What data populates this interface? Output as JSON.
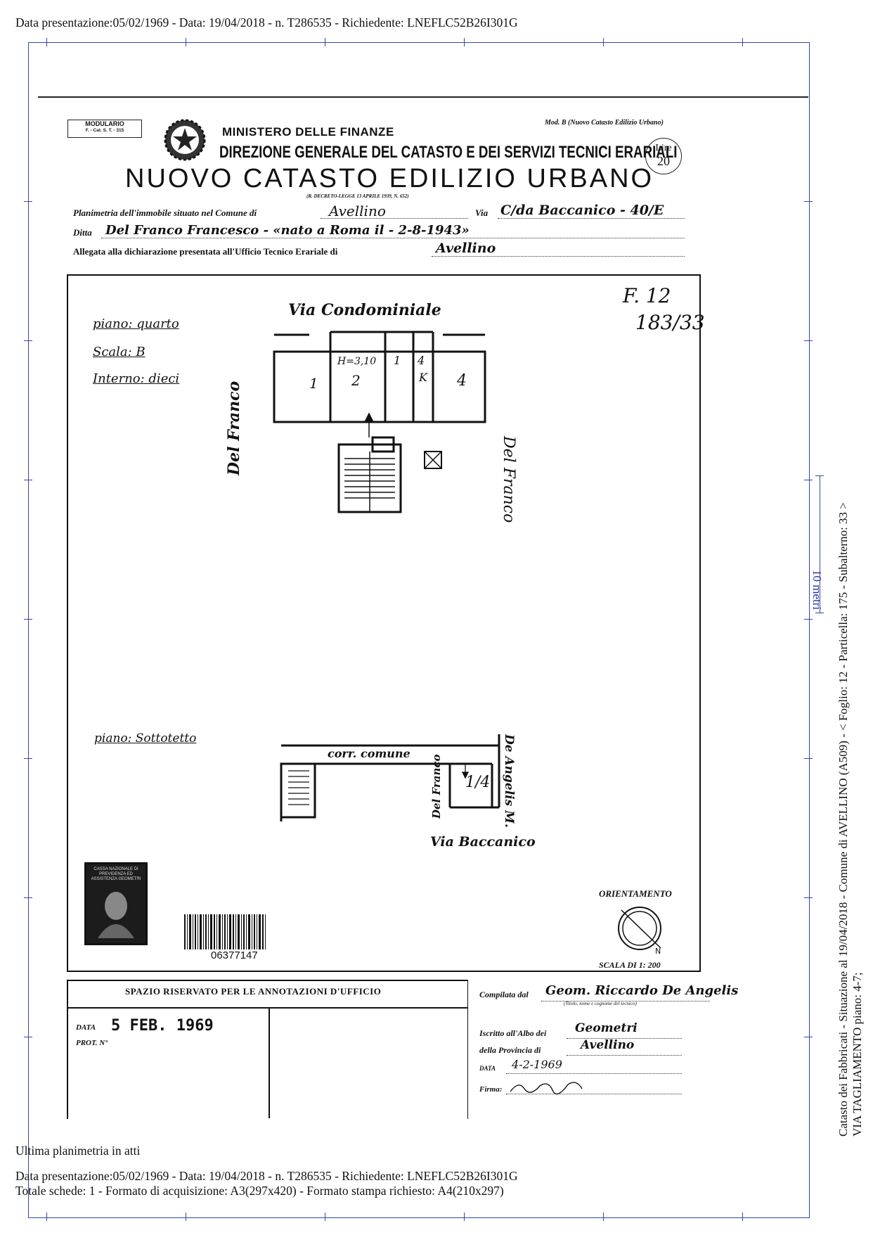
{
  "header": {
    "top_line": "Data presentazione:05/02/1969 - Data: 19/04/2018 - n. T286535 - Richiedente: LNEFLC52B26I301G"
  },
  "form": {
    "modulario_label": "MODULARIO",
    "modulario_code": "F. - Cat. S. T. - 315",
    "ministry": "MINISTERO DELLE FINANZE",
    "directorate": "DIREZIONE GENERALE DEL CATASTO E DEI SERVIZI TECNICI ERARIALI",
    "mod_b": "Mod. B (Nuovo Catasto Edilizio Urbano)",
    "lire_label": "Lire",
    "lire_value": "20",
    "title": "NUOVO CATASTO EDILIZIO URBANO",
    "decree": "(R. DECRETO-LEGGE 13 APRILE 1939, N. 652)",
    "planimetria_label": "Planimetria dell'immobile situato nel Comune di",
    "comune_value": "Avellino",
    "via_label": "Via",
    "via_value": "C/da Baccanico - 40/E",
    "ditta_label": "Ditta",
    "ditta_value": "Del Franco Francesco - «nato a Roma il - 2-8-1943»",
    "allegata_label": "Allegata alla dichiarazione presentata all'Ufficio Tecnico Erariale di",
    "ufficio_value": "Avellino"
  },
  "plan": {
    "floor_label": "piano: quarto",
    "scala_label": "Scala: B",
    "interno_label": "Interno: dieci",
    "ref": "F. 12",
    "ref_sub": "183/33",
    "via_condominiale": "Via Condominiale",
    "del_franco_left": "Del Franco",
    "del_franco_right": "Del Franco",
    "height_label": "H=3,10",
    "rooms": [
      "1",
      "2",
      "1",
      "4",
      "K",
      "4"
    ],
    "attic_floor_label": "piano: Sottotetto",
    "corr_comune": "corr. comune",
    "del_franco_attic": "Del Franco",
    "de_angelis": "De Angelis M.",
    "attic_room": "1/4",
    "via_baccanico": "Via Baccanico",
    "orientamento": "ORIENTAMENTO",
    "scala": "SCALA DI 1: 200",
    "barcode_number": "06377147",
    "stamp_text": "CASSA NAZIONALE DI PREVIDENZA ED ASSISTENZA GEOMETRI"
  },
  "annotations": {
    "spazio_title": "SPAZIO RISERVATO PER LE ANNOTAZIONI D'UFFICIO",
    "data_label": "DATA",
    "data_value": "5 FEB. 1969",
    "prot_label": "PROT. N°",
    "compilata_label": "Compilata dal",
    "compilata_value": "Geom. Riccardo De Angelis",
    "compilata_hint": "(Titolo, nome e cognome del tecnico)",
    "iscritto_label": "Iscritto all'Albo dei",
    "iscritto_value": "Geometri",
    "provincia_label": "della Provincia di",
    "provincia_value": "Avellino",
    "data2_label": "DATA",
    "data2_value": "4-2-1969",
    "firma_label": "Firma:"
  },
  "footer": {
    "ultima": "Ultima planimetria in atti",
    "line1": "Data presentazione:05/02/1969 - Data: 19/04/2018 - n. T286535 - Richiedente: LNEFLC52B26I301G",
    "line2": "Totale schede: 1 - Formato di acquisizione: A3(297x420)  - Formato stampa richiesto: A4(210x297)"
  },
  "side": {
    "line1": "Catasto dei Fabbricati - Situazione al 19/04/2018 - Comune di AVELLINO (A509) - < Foglio: 12 - Particella: 175 - Subalterno: 33 >",
    "line2": "VIA TAGLIAMENTO piano: 4-7;",
    "ruler_label": "10 metri"
  }
}
